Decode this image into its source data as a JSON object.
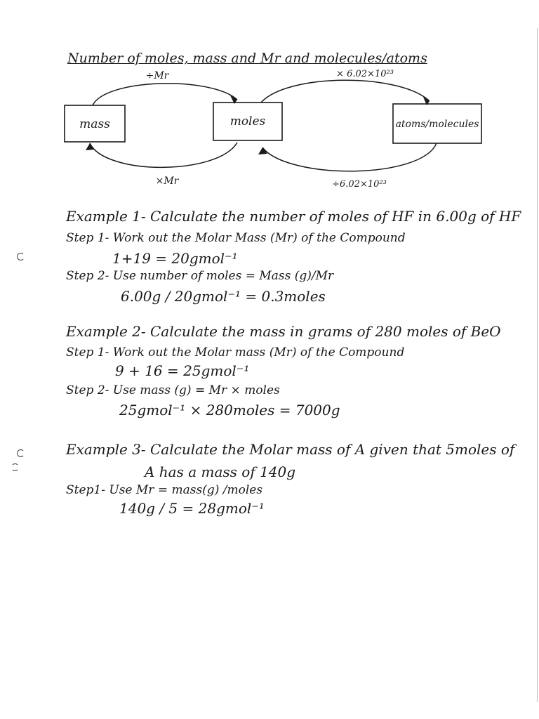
{
  "title": "Number of moles, mass and Mr and molecules/atoms",
  "diagram": {
    "boxes": {
      "mass": "mass",
      "moles": "moles",
      "atoms": "atoms/molecules"
    },
    "arrows": {
      "mass_to_moles": "÷Mr",
      "moles_to_mass": "×Mr",
      "moles_to_atoms": "× 6.02×10²³",
      "atoms_to_moles": "÷6.02×10²³"
    }
  },
  "examples": [
    {
      "heading": "Example 1- Calculate the number of moles of HF in 6.00g of HF",
      "step1": "Step 1- Work out the Molar Mass (Mr) of the Compound",
      "calc1": "1+19 = 20gmol⁻¹",
      "step2": "Step 2- Use number of moles = Mass (g)/Mr",
      "calc2": "6.00g / 20gmol⁻¹ = 0.3moles"
    },
    {
      "heading": "Example 2- Calculate the mass in grams of 280 moles of BeO",
      "step1": "Step 1- Work out the Molar mass (Mr) of the Compound",
      "calc1": "9 + 16 = 25gmol⁻¹",
      "step2": "Step 2- Use mass (g) = Mr × moles",
      "calc2": "25gmol⁻¹ × 280moles = 7000g"
    },
    {
      "heading": "Example 3- Calculate the Molar mass of A given that 5moles of",
      "heading2": "A has a mass of 140g",
      "step1": "Step1- Use Mr = mass(g) /moles",
      "calc1": "140g / 5 = 28gmol⁻¹"
    }
  ]
}
